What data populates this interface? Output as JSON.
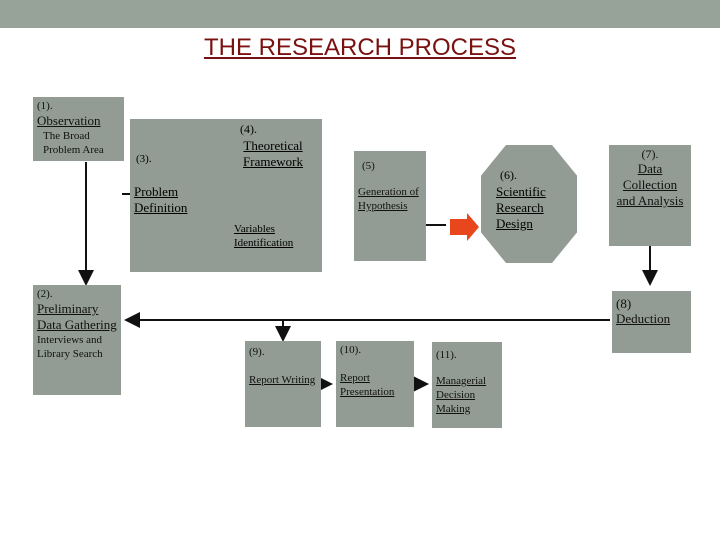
{
  "title": "THE RESEARCH PROCESS",
  "colors": {
    "box": "#929c94",
    "title": "#7a1010",
    "accent_arrow": "#e8461c",
    "topbar": "#97a399"
  },
  "steps": {
    "s1": {
      "num": "(1).",
      "heading": "Observation",
      "sub": "The Broad Problem Area"
    },
    "s2": {
      "num": "(2).",
      "heading": "Preliminary Data Gathering",
      "sub": "Interviews and Library Search"
    },
    "s3": {
      "num": "(3).",
      "heading": "Problem Definition"
    },
    "s4": {
      "num": "(4).",
      "heading": "Theoretical Framework",
      "sub": "Variables Identification"
    },
    "s5": {
      "num": "(5)",
      "heading": "Generation of Hypothesis"
    },
    "s6": {
      "num": "(6).",
      "heading": "Scientific Research Design"
    },
    "s7": {
      "num": "(7).",
      "heading": "Data Collection and Analysis"
    },
    "s8": {
      "num": "(8)",
      "heading": "Deduction"
    },
    "s9": {
      "num": "(9).",
      "heading": "Report Writing"
    },
    "s10": {
      "num": "(10).",
      "heading": "Report Presentation"
    },
    "s11": {
      "num": "(11).",
      "heading": "Managerial Decision Making"
    }
  }
}
